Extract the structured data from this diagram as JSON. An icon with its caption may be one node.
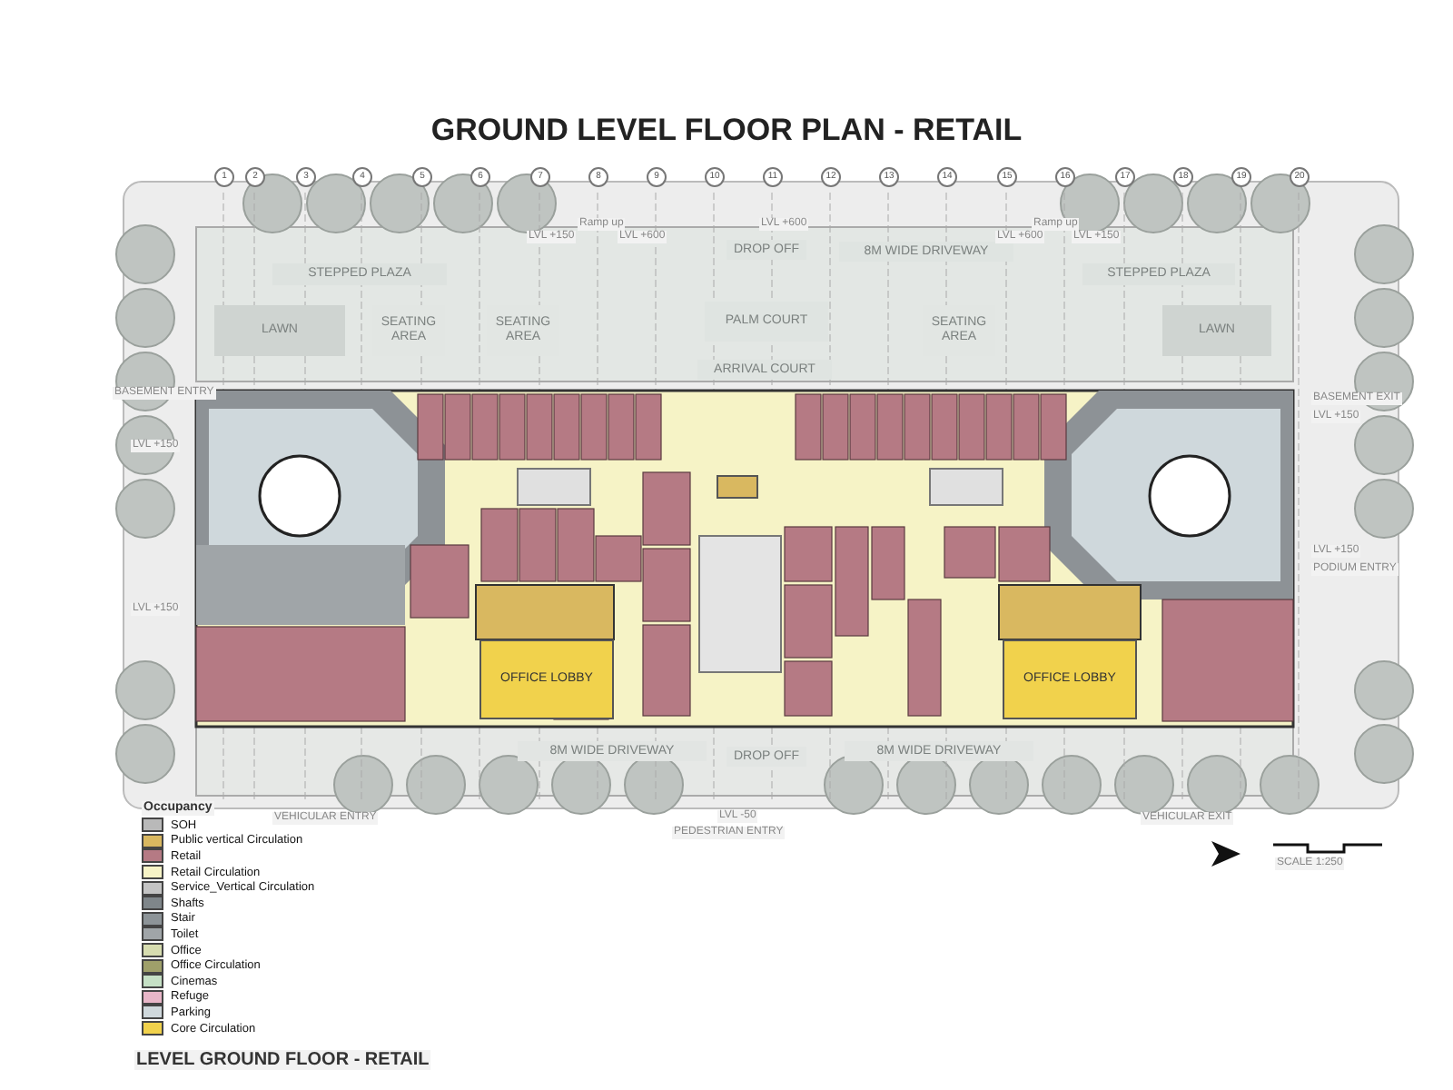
{
  "diagram": {
    "title": "GROUND LEVEL FLOOR PLAN - RETAIL",
    "nodes": [
      {
        "text": [
          "LAWN"
        ]
      },
      {
        "text": [
          "SEATING AREA"
        ]
      },
      {
        "text": [
          "SEATING AREA"
        ]
      },
      {
        "text": [
          "STEPPED PLAZA"
        ]
      },
      {
        "text": [
          "DROP OFF"
        ]
      },
      {
        "text": [
          "PALM COURT"
        ]
      },
      {
        "text": [
          "ARRIVAL COURT"
        ]
      },
      {
        "text": [
          "8M WIDE DRIVEWAY"
        ]
      },
      {
        "text": [
          "SEATING AREA"
        ]
      },
      {
        "text": [
          "STEPPED PLAZA"
        ]
      },
      {
        "text": [
          "LAWN"
        ]
      },
      {
        "text": [
          "OFFICE LOBBY"
        ]
      },
      {
        "text": [
          "OFFICE LOBBY"
        ]
      },
      {
        "text": [
          "8M WIDE DRIVEWAY"
        ]
      },
      {
        "text": [
          "DROP OFF"
        ]
      },
      {
        "text": [
          "8M WIDE DRIVEWAY"
        ]
      }
    ],
    "labels": [
      "1",
      "2",
      "3",
      "4",
      "5",
      "6",
      "7",
      "8",
      "9",
      "10",
      "11",
      "12",
      "13",
      "14",
      "15",
      "16",
      "17",
      "18",
      "19",
      "20",
      "LVL +150",
      "Ramp up",
      "LVL +600",
      "LVL +600",
      "LVL +600",
      "Ramp up",
      "LVL +150",
      "BASEMENT ENTRY",
      "LVL +150",
      "LVL +150",
      "BASEMENT EXIT",
      "LVL +150",
      "LVL +150",
      "PODIUM ENTRY",
      "VEHICULAR ENTRY",
      "LVL -50",
      "PEDESTRIAN ENTRY",
      "VEHICULAR EXIT",
      "SCALE 1:250",
      "Occupancy",
      "LEVEL GROUND FLOOR - RETAIL"
    ],
    "legend": [
      {
        "text": "SOH",
        "color": "#b9b9b9"
      },
      {
        "text": "Public vertical Circulation",
        "color": "#d9b860"
      },
      {
        "text": "Retail",
        "color": "#b57a84"
      },
      {
        "text": "Retail Circulation",
        "color": "#f6f3c6"
      },
      {
        "text": "Service_Vertical Circulation",
        "color": "#c4c4c4"
      },
      {
        "text": "Shafts",
        "color": "#7f868a"
      },
      {
        "text": "Stair",
        "color": "#8d9498"
      },
      {
        "text": "Toilet",
        "color": "#a0a5a8"
      },
      {
        "text": "Office",
        "color": "#d7ddb0"
      },
      {
        "text": "Office Circulation",
        "color": "#9fa06a"
      },
      {
        "text": "Cinemas",
        "color": "#c5e0c5"
      },
      {
        "text": "Refuge",
        "color": "#e8b6c8"
      },
      {
        "text": "Parking",
        "color": "#cfd8dc"
      },
      {
        "text": "Core Circulation",
        "color": "#f1d24c"
      }
    ]
  }
}
